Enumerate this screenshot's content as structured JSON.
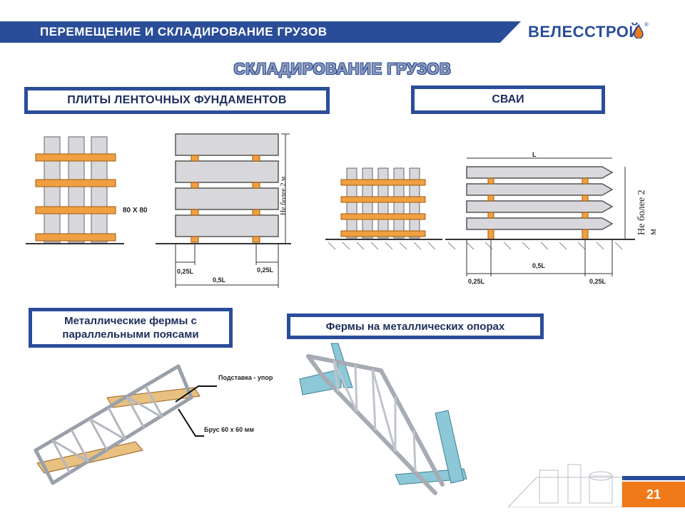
{
  "header": {
    "title": "ПЕРЕМЕЩЕНИЕ И СКЛАДИРОВАНИЕ ГРУЗОВ",
    "logo_text": "ВЕЛЕССТРОЙ",
    "logo_mark": "®"
  },
  "section_title": "СКЛАДИРОВАНИЕ ГРУЗОВ",
  "slabs": {
    "label": "ПЛИТЫ ЛЕНТОЧНЫХ ФУНДАМЕНТОВ",
    "beam_size": "80 Х 80",
    "height_note": "Не более 2 м",
    "dim_quarter_left": "0,25L",
    "dim_quarter_right": "0,25L",
    "dim_half": "0,5L"
  },
  "piles": {
    "label": "СВАИ",
    "length": "L",
    "height_note": "Не более 2 м",
    "dim_half": "0,5L",
    "dim_quarter_left": "0,25L",
    "dim_quarter_right": "0,25L"
  },
  "trusses": {
    "label": "Металлические фермы с параллельными поясами",
    "support_note": "Подставка - упор",
    "beam_note": "Брус 60 х 60 мм"
  },
  "supports": {
    "label": "Фермы на металлических опорах"
  },
  "page": {
    "number": "21"
  },
  "colors": {
    "brand_blue": "#2a4d9a",
    "wood": "#f0a040",
    "slab": "#d8d8dc",
    "accent_orange": "#f07a1a"
  }
}
